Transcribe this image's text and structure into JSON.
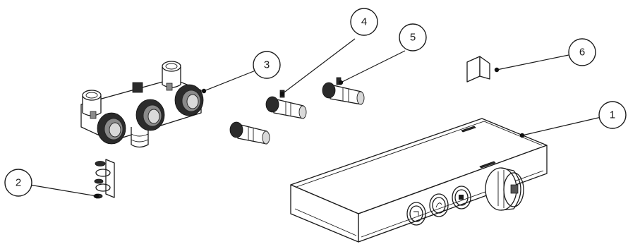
{
  "diagram": {
    "callouts": [
      {
        "label": "1",
        "part": "thermostatic-control-body"
      },
      {
        "label": "2",
        "part": "mounting-clips"
      },
      {
        "label": "3",
        "part": "valve-manifold"
      },
      {
        "label": "4",
        "part": "connector-fitting"
      },
      {
        "label": "5",
        "part": "connector-fitting"
      },
      {
        "label": "6",
        "part": "bracket"
      }
    ]
  }
}
